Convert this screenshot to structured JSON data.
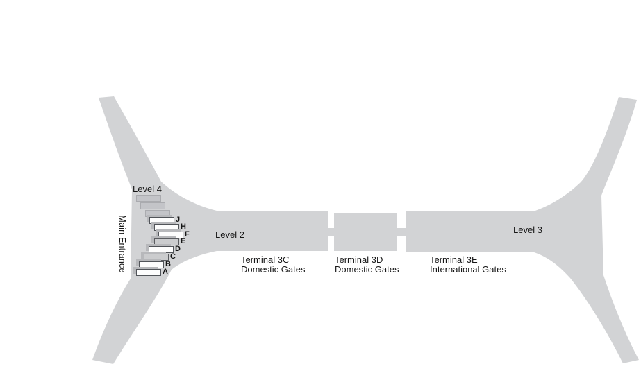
{
  "labels": {
    "level4": "Level 4",
    "level2": "Level 2",
    "level3": "Level 3",
    "main_entrance": "Main Entrance"
  },
  "terminals": [
    {
      "name": "Terminal 3C",
      "gates": "Domestic Gates"
    },
    {
      "name": "Terminal 3D",
      "gates": "Domestic Gates"
    },
    {
      "name": "Terminal 3E",
      "gates": "International Gates"
    }
  ],
  "checkin_counters": {
    "labeled": [
      "J",
      "H",
      "F",
      "E",
      "D",
      "C",
      "B",
      "A"
    ],
    "unlabeled_count": 3
  },
  "colors": {
    "terminal_fill": "#d2d3d5",
    "counter_fill": "#fdfdfd",
    "counter_gray_fill": "#cbccce",
    "counter_dim_fill": "#c3c4c8",
    "counter_border": "#515459",
    "text": "#161616",
    "background": "#ffffff"
  }
}
